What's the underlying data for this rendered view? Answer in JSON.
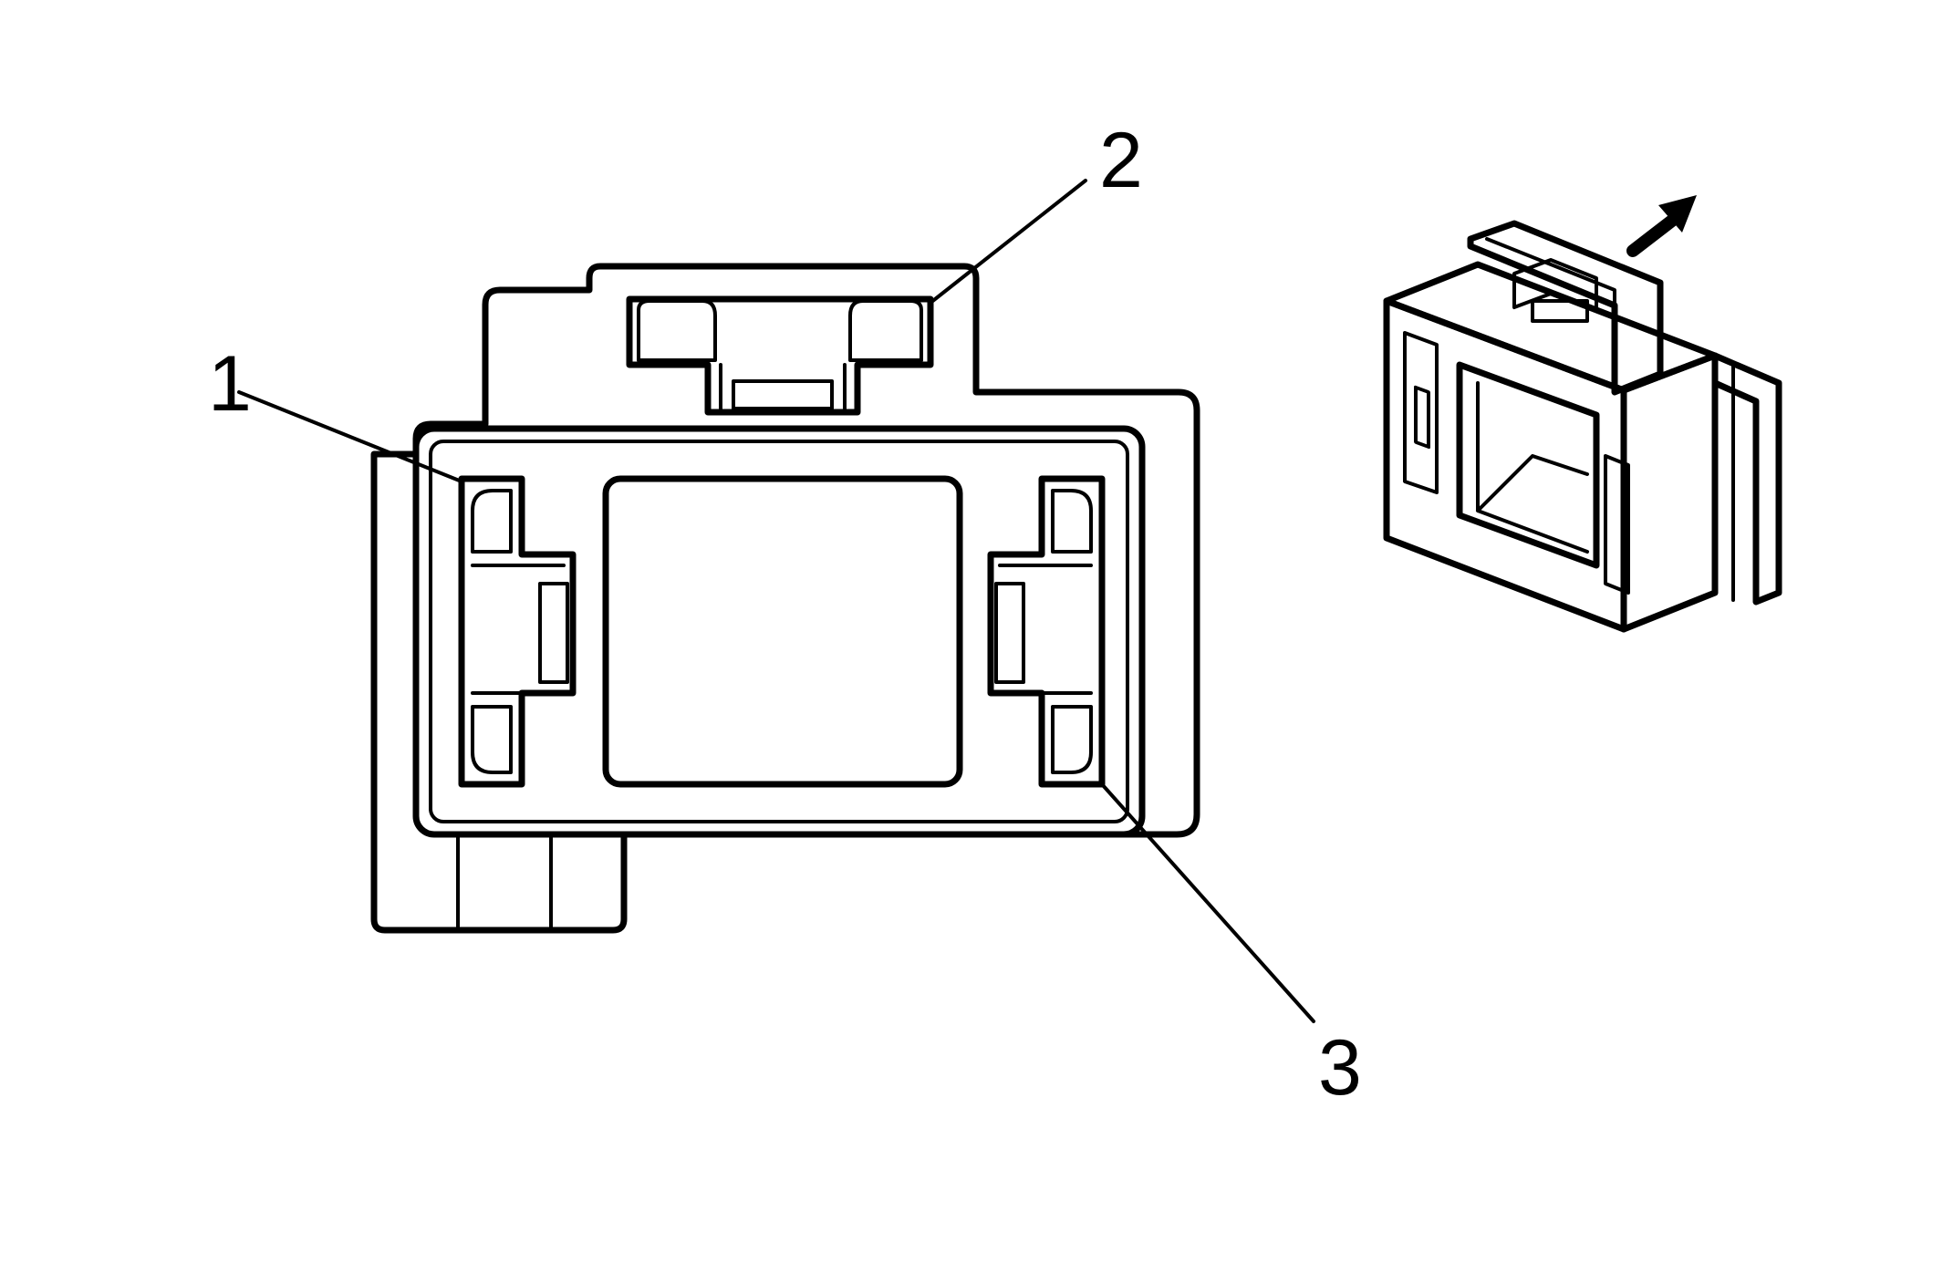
{
  "diagram": {
    "callouts": [
      {
        "id": "1",
        "label": "1"
      },
      {
        "id": "2",
        "label": "2"
      },
      {
        "id": "3",
        "label": "3"
      }
    ],
    "icons": {
      "direction_arrow": "arrow-up-right-icon"
    },
    "colors": {
      "line": "#000000",
      "background": "#ffffff"
    }
  }
}
